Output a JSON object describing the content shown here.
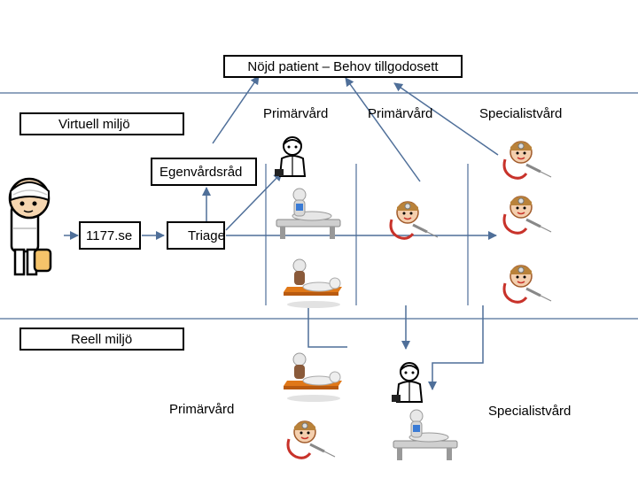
{
  "goal": "Nöjd patient – Behov tillgodosett",
  "zones": {
    "virtual": "Virtuell miljö",
    "real": "Reell miljö"
  },
  "nodes": {
    "egenvard": "Egenvårdsråd",
    "site1177": "1177.se",
    "triage": "Triage"
  },
  "columns": {
    "primary_a": "Primärvård",
    "primary_b": "Primärvård",
    "specialist": "Specialistvård"
  },
  "real_labels": {
    "primary": "Primärvård",
    "specialist": "Specialistvård"
  },
  "colors": {
    "line": "#4f6f99",
    "doctor_coat": "#ffffff",
    "nurse_red": "#c8322a",
    "bed": "#e07818",
    "figure_grey": "#d8d8d8"
  }
}
